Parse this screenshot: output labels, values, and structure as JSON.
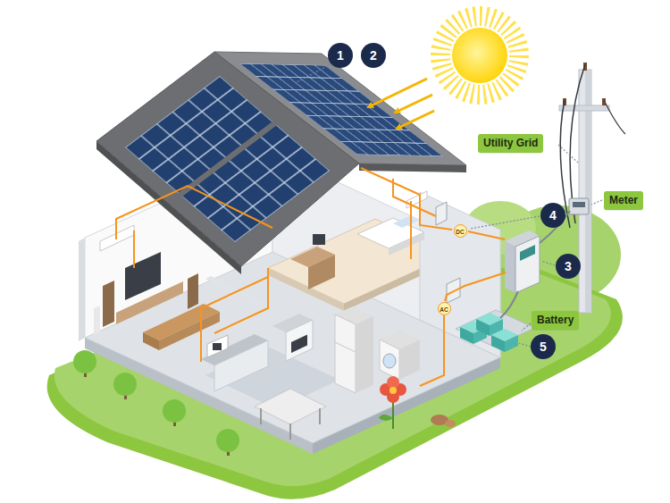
{
  "diagram": {
    "nodes": [
      {
        "text": [
          "Utility Grid"
        ]
      },
      {
        "text": [
          "Meter"
        ]
      },
      {
        "text": [
          "Battery"
        ]
      }
    ],
    "labels": [
      "1",
      "2",
      "4",
      "3",
      "5",
      "DC",
      "AC"
    ]
  }
}
